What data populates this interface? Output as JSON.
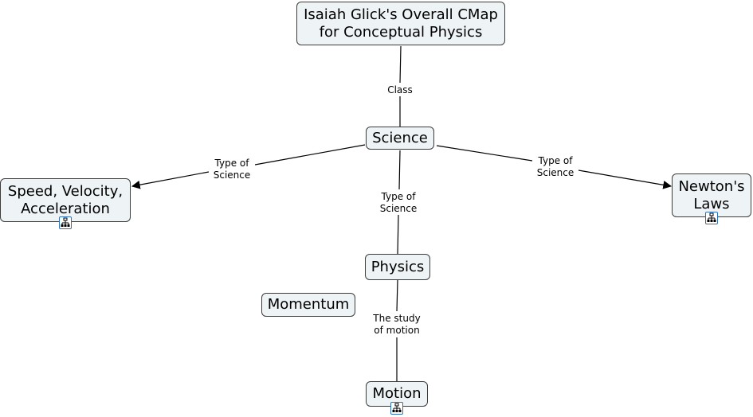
{
  "concepts": {
    "title": "Isaiah Glick's Overall CMap\nfor Conceptual Physics",
    "science": "Science",
    "speed": "Speed, Velocity,\nAcceleration",
    "newtons": "Newton's\nLaws",
    "physics": "Physics",
    "momentum": "Momentum",
    "motion": "Motion"
  },
  "links": {
    "class": "Class",
    "type_left": "Type of\nScience",
    "type_right": "Type of\nScience",
    "type_center": "Type of\nScience",
    "study": "The study\nof motion"
  },
  "icons": {
    "submap": "submap-icon",
    "color": "#2d6fb3"
  }
}
